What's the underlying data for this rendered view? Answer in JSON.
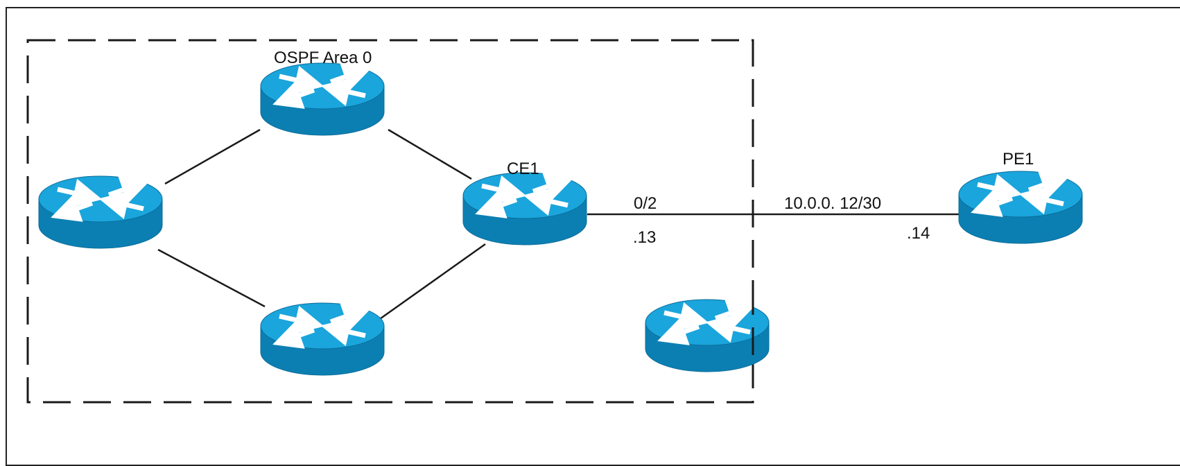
{
  "diagram": {
    "area_label": "OSPF Area 0",
    "routers": [
      {
        "id": "r-left",
        "label": ""
      },
      {
        "id": "r-top",
        "label": ""
      },
      {
        "id": "r-bottom",
        "label": ""
      },
      {
        "id": "ce1",
        "label": "CE1"
      },
      {
        "id": "r-extra",
        "label": ""
      },
      {
        "id": "pe1",
        "label": "PE1"
      }
    ],
    "links": [
      {
        "from": "r-left",
        "to": "r-top"
      },
      {
        "from": "r-left",
        "to": "r-bottom"
      },
      {
        "from": "r-top",
        "to": "ce1"
      },
      {
        "from": "r-bottom",
        "to": "ce1"
      },
      {
        "from": "ce1",
        "to": "pe1"
      }
    ],
    "ce1_interface": "0/2",
    "ce1_address": ".13",
    "subnet": "10.0.0. 12/30",
    "pe1_address": ".14"
  },
  "colors": {
    "router_top": "#1aa5dc",
    "router_side": "#0c7fb2",
    "router_symbol": "#ffffff",
    "link": "#1a1a1a",
    "boundary": "#1a1a1a"
  }
}
